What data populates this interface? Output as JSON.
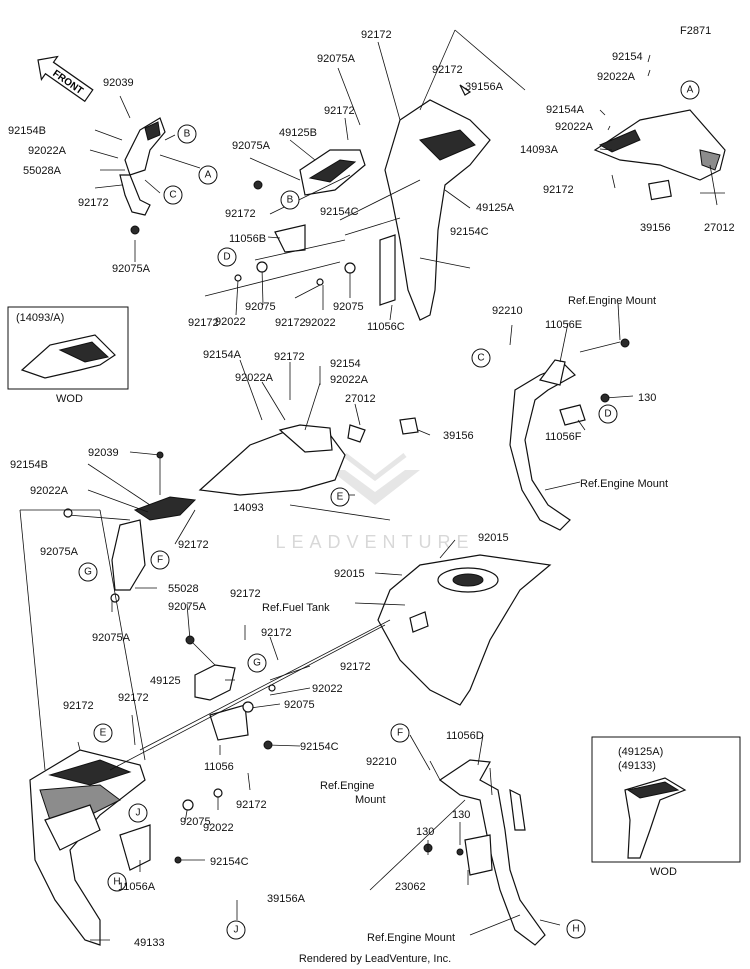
{
  "diagram_code": "F2871",
  "front_arrow_text": "FRONT",
  "watermark_text": "LEADVENTURE",
  "footer_text": "Rendered by LeadVenture, Inc.",
  "inset_top_left": {
    "title": "(14093/A)",
    "caption": "WOD"
  },
  "inset_bottom_right": {
    "title_line1": "(49125A)",
    "title_line2": "(49133)",
    "caption": "WOD"
  },
  "labels": {
    "p92039a": "92039",
    "p92154b_a": "92154B",
    "p92022a_a": "92022A",
    "p55028a": "55028A",
    "p92172_a": "92172",
    "p92075a_a": "92075A",
    "p92172_b": "92172",
    "p92075a_b": "92075A",
    "p92172_c": "92172",
    "p92172_d": "92172",
    "p49125b": "49125B",
    "p92075a_c": "92075A",
    "p39156a_a": "39156A",
    "p92172_e": "92172",
    "p92154c_a": "92154C",
    "p11056b": "11056B",
    "p49125a": "49125A",
    "p92154c_b": "92154C",
    "p92172_f": "92172",
    "p92022_a": "92022",
    "p92075_a": "92075",
    "p92172_g": "92172",
    "p92022_b": "92022",
    "p92075_b": "92075",
    "p11056c": "11056C",
    "p92154_a": "92154",
    "p92022a_b": "92022A",
    "p92154a_a": "92154A",
    "p92022a_c": "92022A",
    "p14093a": "14093A",
    "p92172_h": "92172",
    "p39156": "39156",
    "p27012_a": "27012",
    "p92210_a": "92210",
    "p11056e": "11056E",
    "refEngineMount_a": "Ref.Engine Mount",
    "p130_a": "130",
    "p11056f": "11056F",
    "refEngineMount_b": "Ref.Engine Mount",
    "p92154a_b": "92154A",
    "p92172_i": "92172",
    "p92022a_d": "92022A",
    "p92154_b": "92154",
    "p92022a_e": "92022A",
    "p27012_b": "27012",
    "p39156_b": "39156",
    "p92154b_b": "92154B",
    "p92039_b": "92039",
    "p92022a_f": "92022A",
    "p92075a_d": "92075A",
    "p14093": "14093",
    "p92172_j": "92172",
    "p55028": "55028",
    "p92075a_e": "92075A",
    "p92015_a": "92015",
    "p92015_b": "92015",
    "refFuelTank": "Ref.Fuel Tank",
    "p92172_k": "92172",
    "p92075a_f": "92075A",
    "p92172_l": "92172",
    "p49125": "49125",
    "p92172_m": "92172",
    "p92022_c": "92022",
    "p92075_c": "92075",
    "p92172_n": "92172",
    "p92172_o": "92172",
    "p92154c_c": "92154C",
    "p11056": "11056",
    "p92172_p": "92172",
    "p92022_d": "92022",
    "p92075_d": "92075",
    "p92154c_d": "92154C",
    "p11056a": "11056A",
    "p39156a_b": "39156A",
    "p49133": "49133",
    "p11056d": "11056D",
    "p92210_b": "92210",
    "refEngineMount_c_1": "Ref.Engine",
    "refEngineMount_c_2": "Mount",
    "p130_b": "130",
    "p130_c": "130",
    "p23062": "23062",
    "refEngineMount_d": "Ref.Engine Mount"
  },
  "callouts": [
    "A",
    "B",
    "C",
    "D",
    "E",
    "F",
    "G",
    "H",
    "J"
  ]
}
